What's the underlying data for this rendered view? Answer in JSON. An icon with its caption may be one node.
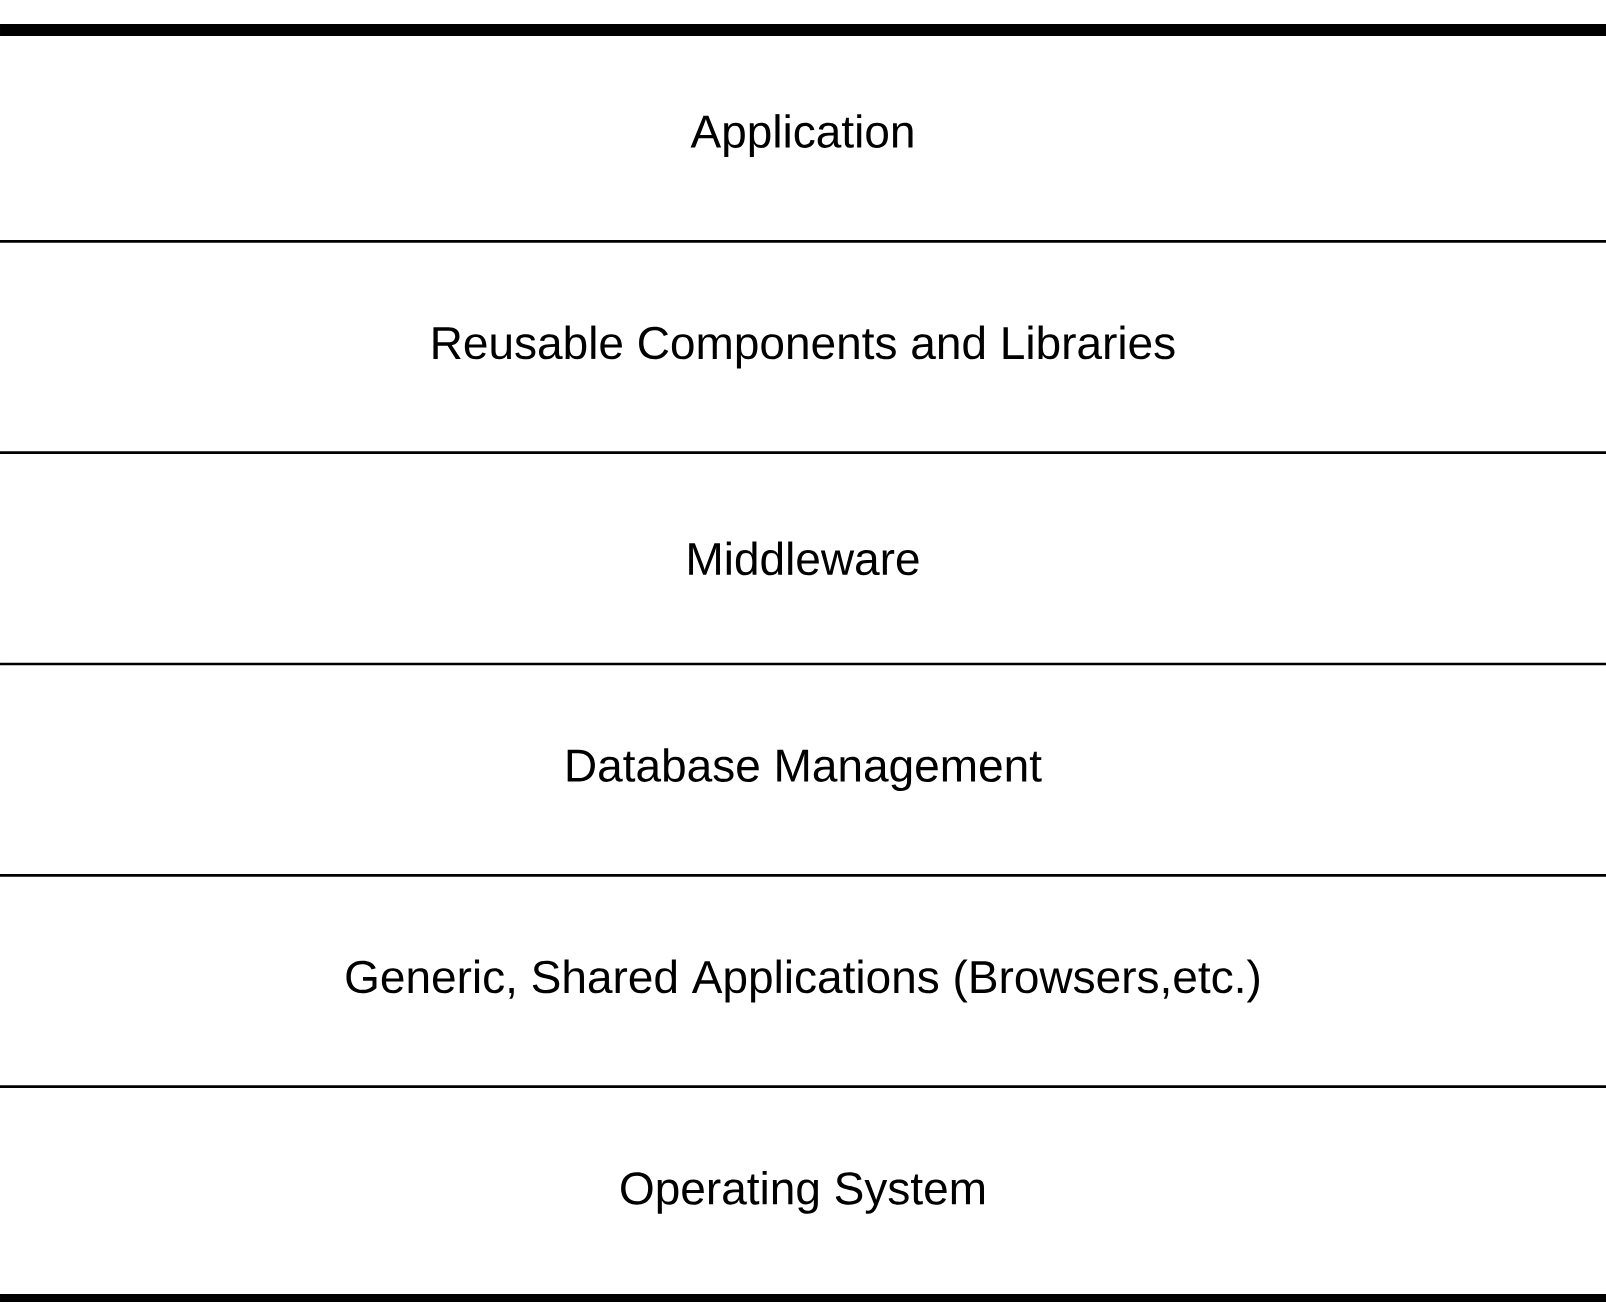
{
  "diagram": {
    "nodes": [
      {
        "text": [
          "Application"
        ]
      },
      {
        "text": [
          "Reusable Components and Libraries"
        ]
      },
      {
        "text": [
          "Middleware"
        ]
      },
      {
        "text": [
          "Database Management"
        ]
      },
      {
        "text": [
          "Generic, Shared Applications (Browsers,etc.)"
        ]
      },
      {
        "text": [
          "Operating System"
        ]
      }
    ]
  }
}
